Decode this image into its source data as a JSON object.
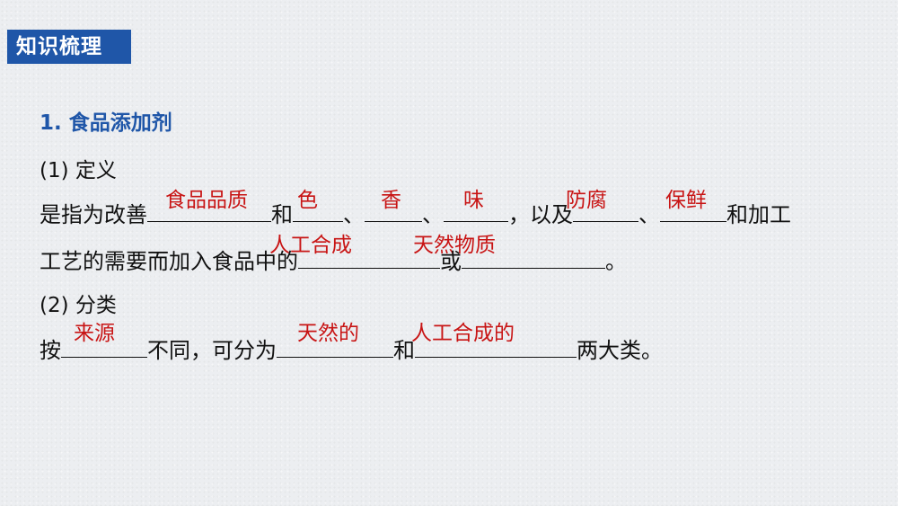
{
  "banner": {
    "title": "知识梳理"
  },
  "section1": {
    "heading": "1. 食品添加剂",
    "sub1": "(1) 定义",
    "line1": {
      "p1": "是指为改善",
      "p2": "和",
      "p3": "、",
      "p4": "、",
      "p5": "，以及",
      "p6": "、",
      "p7": "和加工"
    },
    "line2": {
      "p1": "工艺的需要而加入食品中的",
      "p2": "或",
      "p3": "。"
    },
    "answers1": [
      "食品品质",
      "色",
      "香",
      "味",
      "防腐",
      "保鲜"
    ],
    "answers2": [
      "人工合成",
      "天然物质"
    ],
    "sub2": "(2) 分类",
    "line3": {
      "p1": "按",
      "p2": "不同，可分为",
      "p3": "和",
      "p4": "两大类。"
    },
    "answers3": [
      "来源",
      "天然的",
      "人工合成的"
    ]
  }
}
